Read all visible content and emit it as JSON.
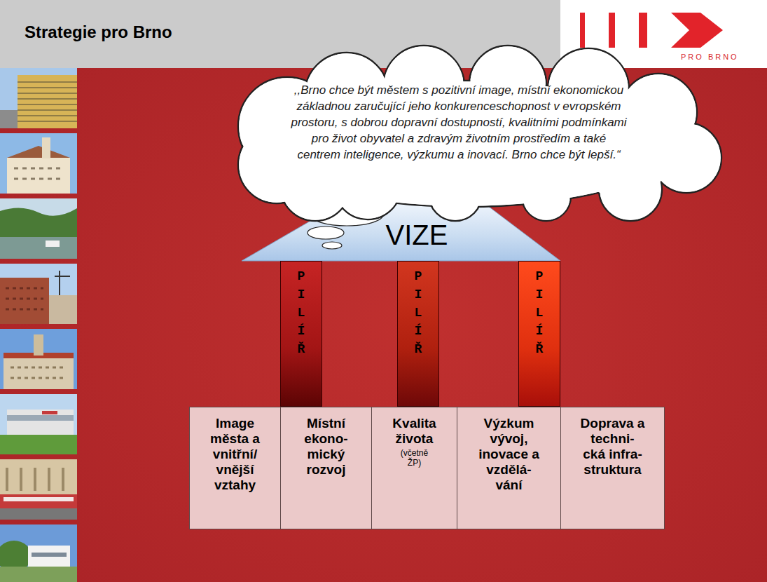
{
  "diagram": {
    "title": "Strategie pro Brno",
    "nodes": [
      {
        "text": [
          ",,Brno chce být městem s pozitivní image, místní ekonomickou základnou zaručující jeho konkurenceschopnost v evropském prostoru, s dobrou dopravní dostupností, kvalitními podmínkami pro život obyvatel a zdravým životním prostředím a také centrem inteligence, výzkumu a inovací. Brno chce být lepší.“"
        ]
      },
      {
        "text": [
          "VIZE"
        ]
      },
      {
        "text": [
          "PILÍŘ"
        ]
      },
      {
        "text": [
          "PILÍŘ"
        ]
      },
      {
        "text": [
          "PILÍŘ"
        ]
      },
      {
        "text": [
          "Image města a vnitřní/ vnější vztahy"
        ]
      },
      {
        "text": [
          "Místní ekono- mický rozvoj"
        ]
      },
      {
        "text": [
          "Kvalita života",
          "(včetně ŽP)"
        ]
      },
      {
        "text": [
          "Výzkum vývoj, inovace a vzdělá- vání"
        ]
      },
      {
        "text": [
          "Doprava a techni- cká infra- struktura"
        ]
      }
    ],
    "labels": [
      "PRO BRNO"
    ]
  }
}
